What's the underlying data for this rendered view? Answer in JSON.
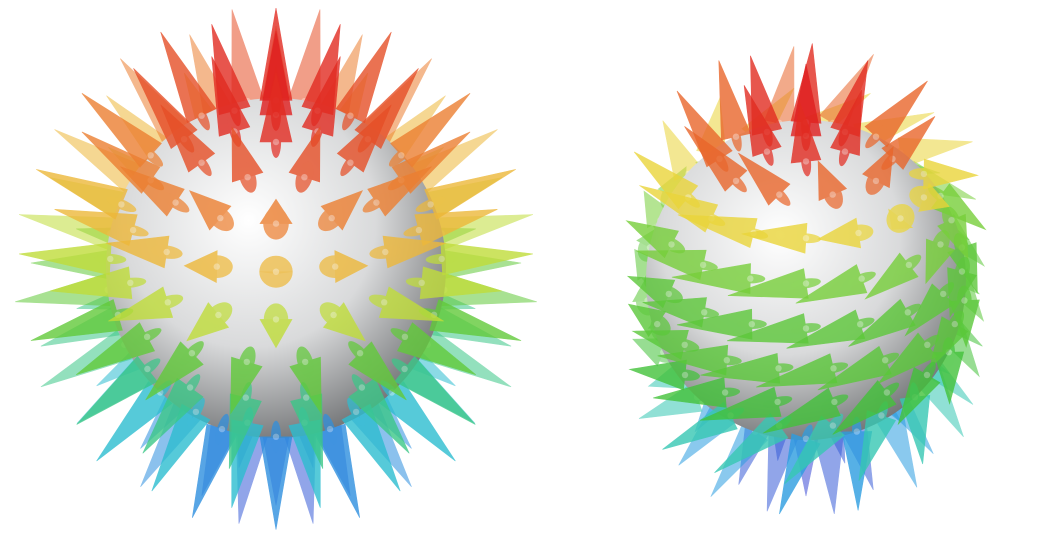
{
  "figure": {
    "panels": [
      {
        "id": "left",
        "pattern": "radial-hedgehog"
      },
      {
        "id": "right",
        "pattern": "swirling-toroidal"
      }
    ],
    "colors": {
      "sphere_light": "#ffffff",
      "sphere_dark": "#6f7173",
      "colormap": [
        "#3b4bd6",
        "#27b6e4",
        "#38c9b0",
        "#43c23a",
        "#8bd43a",
        "#e8e43a",
        "#f0a23a",
        "#ea6a2c",
        "#e01f1f"
      ]
    }
  }
}
